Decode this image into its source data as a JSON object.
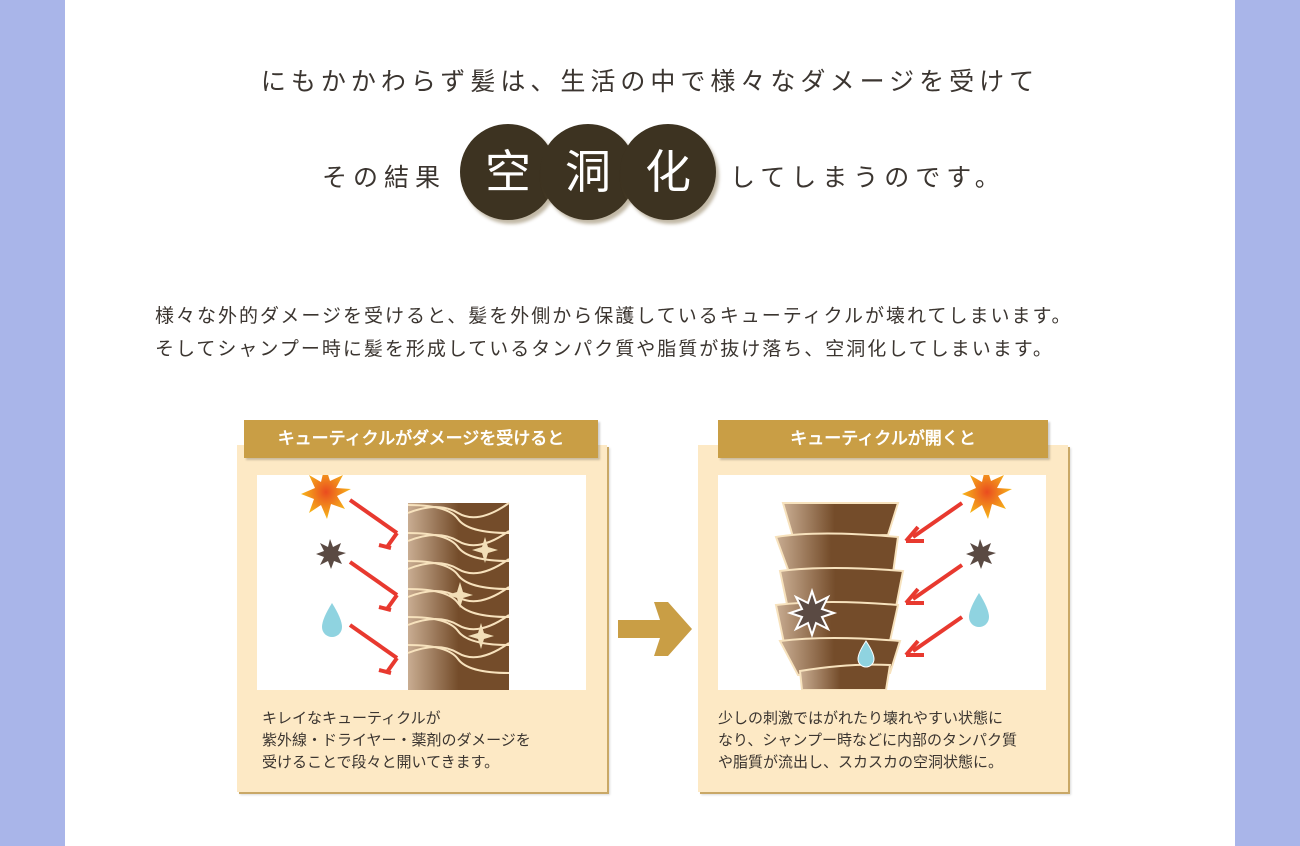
{
  "headline": {
    "line1": "にもかかわらず髪は、生活の中で様々なダメージを受けて",
    "line2_before": "その結果",
    "highlight": [
      "空",
      "洞",
      "化"
    ],
    "line2_after": "してしまうのです。"
  },
  "description": {
    "line1": "様々な外的ダメージを受けると、髪を外側から保護しているキューティクルが壊れてしまいます。",
    "line2": "そしてシャンプー時に髪を形成しているタンパク質や脂質が抜け落ち、空洞化してしまいます。"
  },
  "panels": [
    {
      "title": "キューティクルがダメージを受けると",
      "text": [
        "キレイなキューティクルが",
        "紫外線・ドライヤー・薬剤のダメージを",
        "受けることで段々と開いてきます。"
      ]
    },
    {
      "title": "キューティクルが開くと",
      "text": [
        "少しの刺激ではがれたり壊れやすい状態に",
        "なり、シャンプー時などに内部のタンパク質",
        "や脂質が流出し、スカスカの空洞状態に。"
      ]
    }
  ],
  "colors": {
    "side": "#a9b5e9",
    "circle": "#3d3321",
    "tab": "#c99e45",
    "panel": "#fde9c5",
    "arrow": "#e8392f",
    "hair": "#744c2a"
  }
}
